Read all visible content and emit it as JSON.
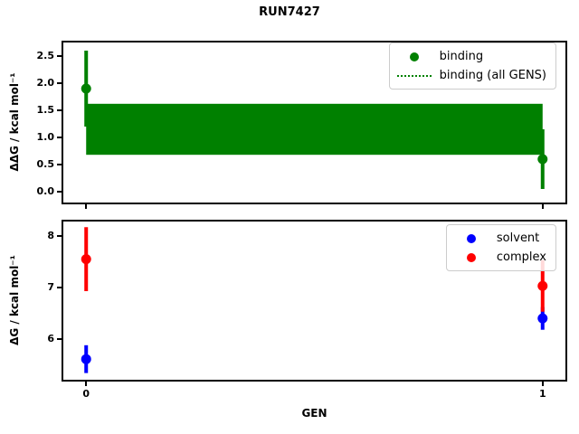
{
  "title": "RUN7427",
  "colors": {
    "binding": "#008000",
    "solvent": "#0000ff",
    "complex": "#ff0000",
    "axes": "#000000",
    "legend_border": "#cccccc"
  },
  "chart_data": [
    {
      "type": "scatter",
      "subplot": "top",
      "title": "RUN7427",
      "xlabel": "",
      "ylabel": "ΔΔG / kcal mol⁻¹",
      "grid": false,
      "xlim": [
        -0.05,
        1.05
      ],
      "ylim": [
        -0.2,
        2.75
      ],
      "xticks": [
        0,
        1
      ],
      "yticks": [
        0.0,
        0.5,
        1.0,
        1.5,
        2.0,
        2.5
      ],
      "ytick_labels": [
        "0.0",
        "0.5",
        "1.0",
        "1.5",
        "2.0",
        "2.5"
      ],
      "series": [
        {
          "name": "binding",
          "color": "#008000",
          "type": "errorbar-scatter",
          "points": [
            {
              "x": 0,
              "y": 1.9,
              "err": 0.7
            },
            {
              "x": 1,
              "y": 0.6,
              "err": 0.55
            }
          ]
        },
        {
          "name": "binding (all GENS)",
          "color": "#008000",
          "type": "band",
          "band": {
            "x0": 0,
            "x1": 1,
            "lo": 0.68,
            "hi": 1.62
          }
        }
      ],
      "legend": {
        "position": "upper right",
        "entries": [
          {
            "label": "binding",
            "icon": "dot",
            "color": "#008000"
          },
          {
            "label": "binding (all GENS)",
            "icon": "dotted-line",
            "color": "#008000"
          }
        ]
      }
    },
    {
      "type": "scatter",
      "subplot": "bottom",
      "xlabel": "GEN",
      "ylabel": "ΔG / kcal mol⁻¹",
      "grid": false,
      "xlim": [
        -0.05,
        1.05
      ],
      "ylim": [
        5.21,
        8.28
      ],
      "xticks": [
        0,
        1
      ],
      "xtick_labels": [
        "0",
        "1"
      ],
      "yticks": [
        6,
        7,
        8
      ],
      "ytick_labels": [
        "6",
        "7",
        "8"
      ],
      "series": [
        {
          "name": "solvent",
          "color": "#0000ff",
          "type": "errorbar-scatter",
          "points": [
            {
              "x": 0,
              "y": 5.61,
              "err": 0.27
            },
            {
              "x": 1,
              "y": 6.4,
              "err": 0.22
            }
          ]
        },
        {
          "name": "complex",
          "color": "#ff0000",
          "type": "errorbar-scatter",
          "points": [
            {
              "x": 0,
              "y": 7.55,
              "err": 0.62
            },
            {
              "x": 1,
              "y": 7.03,
              "err": 0.5
            }
          ]
        }
      ],
      "legend": {
        "position": "upper right",
        "entries": [
          {
            "label": "solvent",
            "icon": "dot",
            "color": "#0000ff"
          },
          {
            "label": "complex",
            "icon": "dot",
            "color": "#ff0000"
          }
        ]
      }
    }
  ]
}
